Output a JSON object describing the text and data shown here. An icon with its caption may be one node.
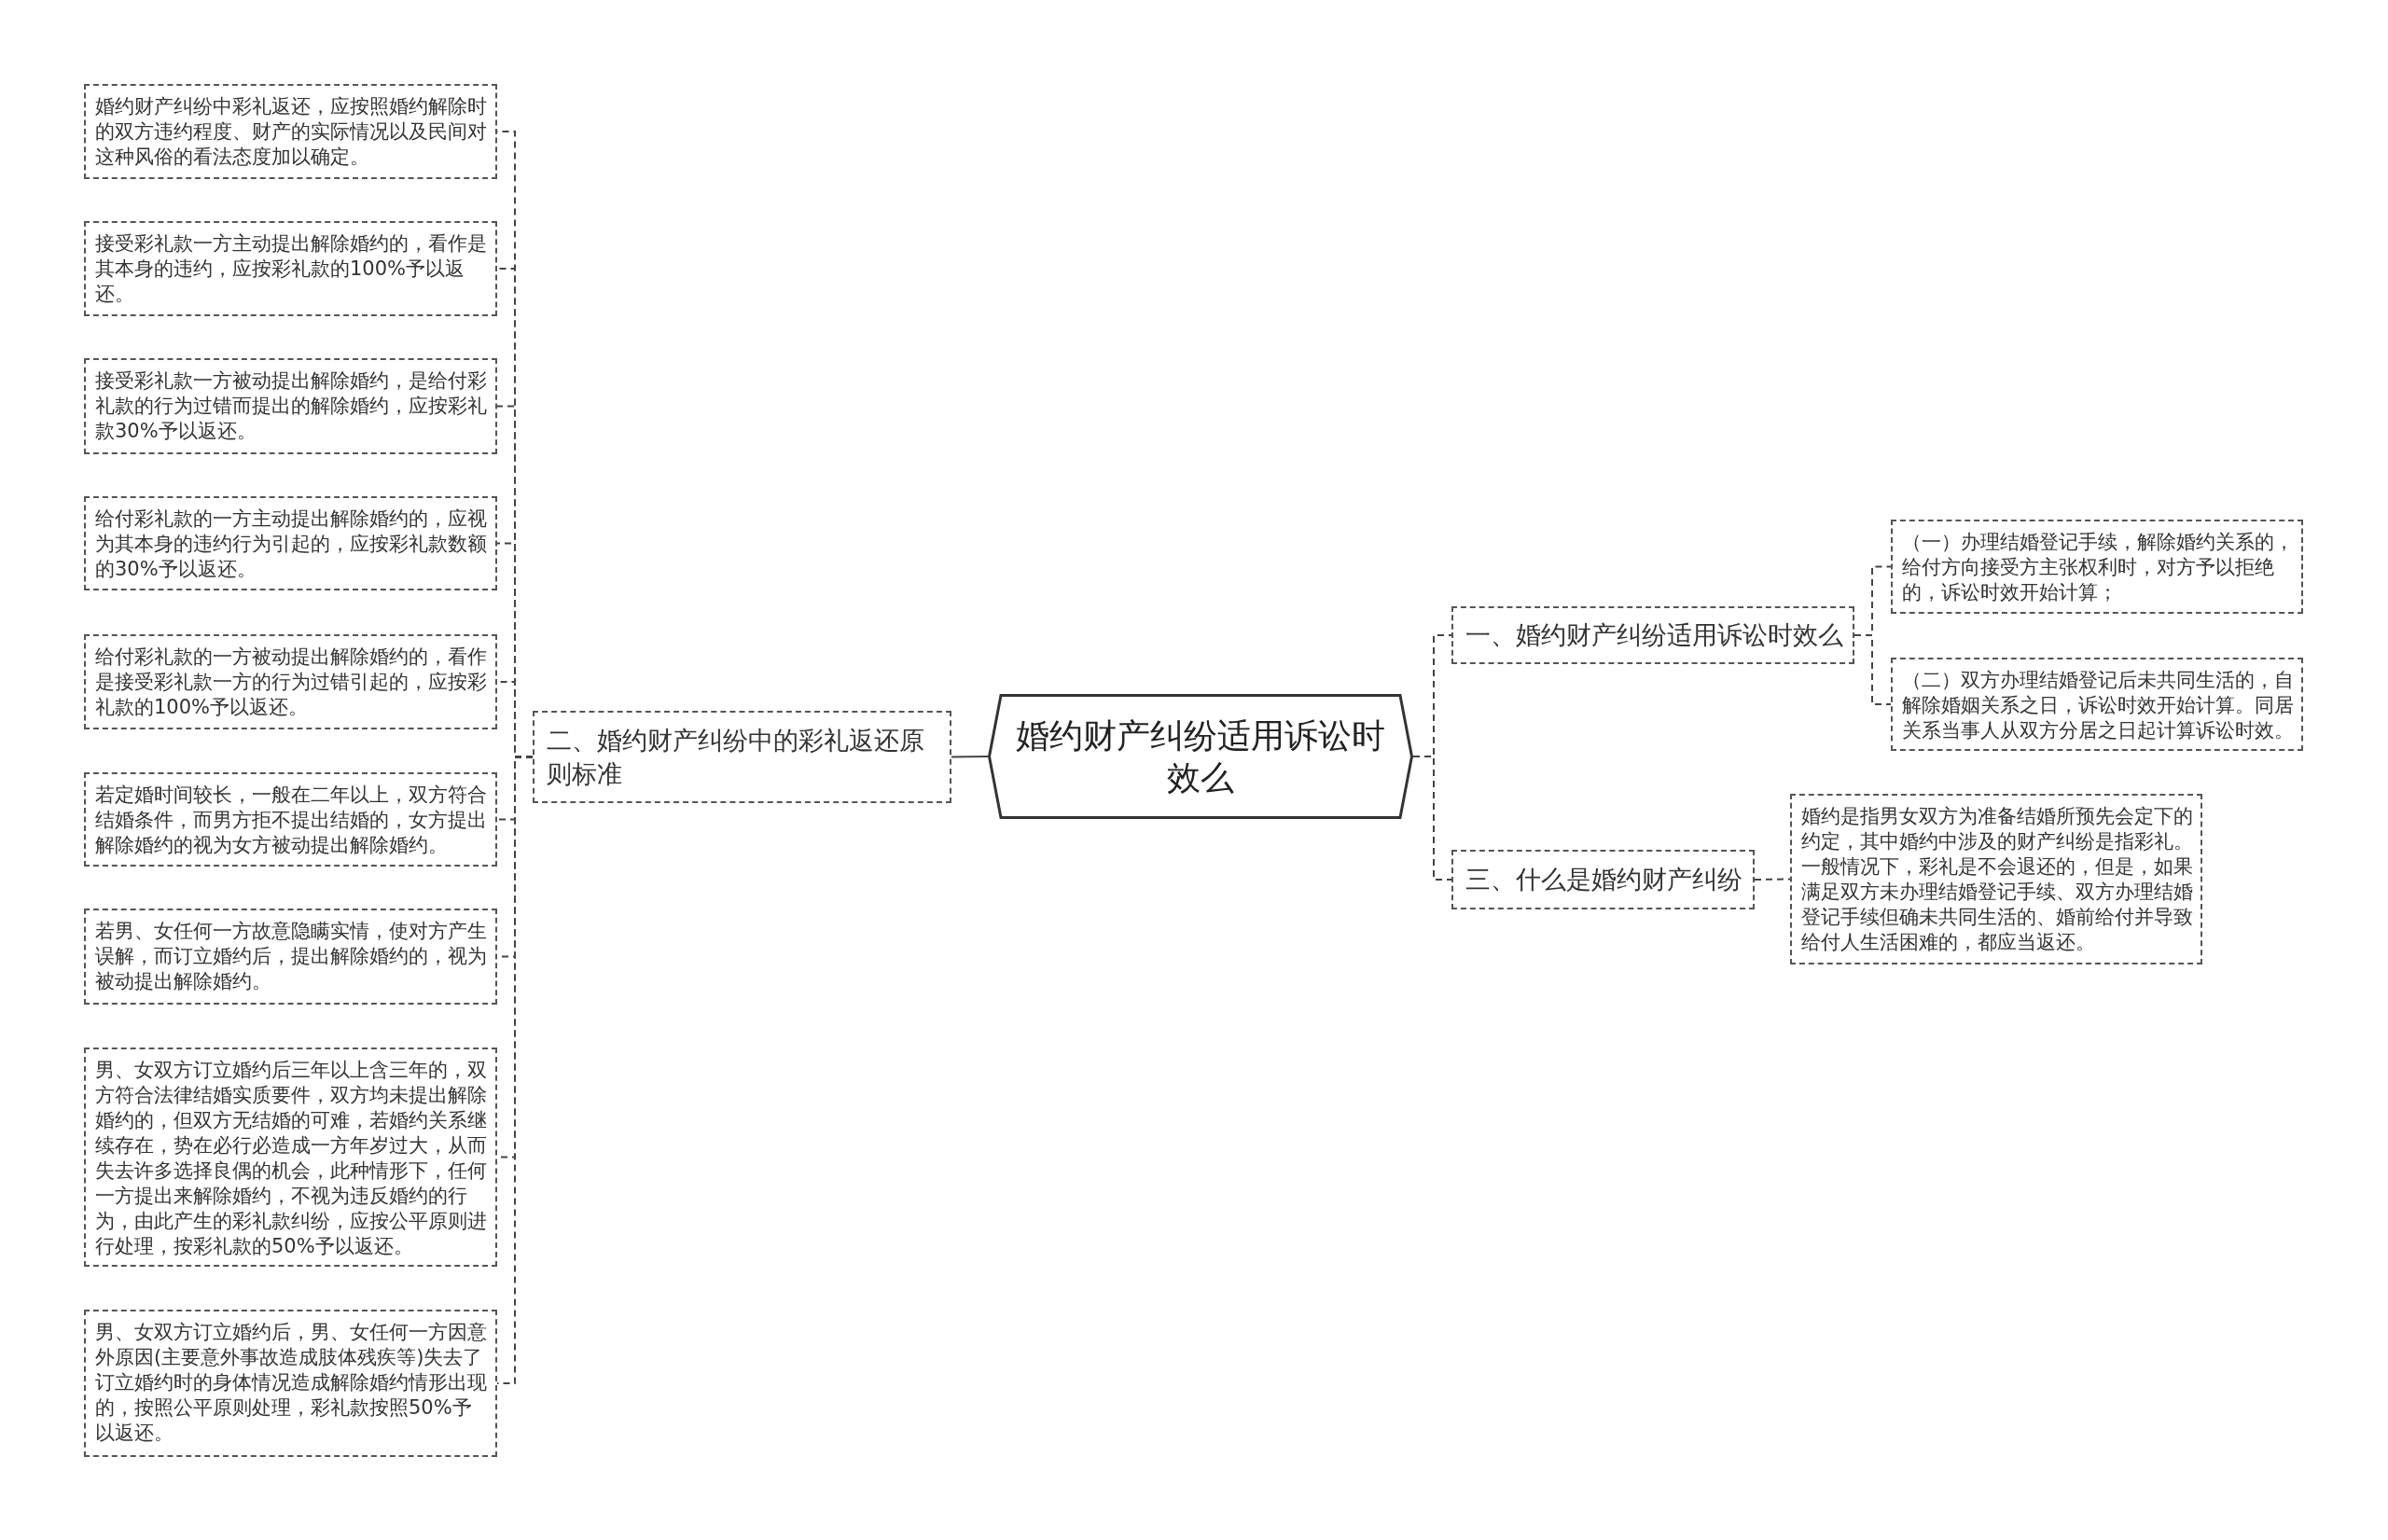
{
  "diagram": {
    "nodes": [
      {
        "text": [
          "婚约财产纠纷适用诉讼时效么"
        ]
      },
      {
        "text": [
          "一、婚约财产纠纷适用诉讼时效么"
        ]
      },
      {
        "text": [
          "（一）办理结婚登记手续，解除婚约关系的，给付方向接受方主张权利时，对方予以拒绝的，诉讼时效开始计算；"
        ]
      },
      {
        "text": [
          "（二）双方办理结婚登记后未共同生活的，自解除婚姻关系之日，诉讼时效开始计算。同居关系当事人从双方分居之日起计算诉讼时效。"
        ]
      },
      {
        "text": [
          "二、婚约财产纠纷中的彩礼返还原则标准"
        ]
      },
      {
        "text": [
          "婚约财产纠纷中彩礼返还，应按照婚约解除时的双方违约程度、财产的实际情况以及民间对这种风俗的看法态度加以确定。"
        ]
      },
      {
        "text": [
          "接受彩礼款一方主动提出解除婚约的，看作是其本身的违约，应按彩礼款的100%予以返还。"
        ]
      },
      {
        "text": [
          "接受彩礼款一方被动提出解除婚约，是给付彩礼款的行为过错而提出的解除婚约，应按彩礼款30%予以返还。"
        ]
      },
      {
        "text": [
          "给付彩礼款的一方主动提出解除婚约的，应视为其本身的违约行为引起的，应按彩礼款数额的30%予以返还。"
        ]
      },
      {
        "text": [
          "给付彩礼款的一方被动提出解除婚约的，看作是接受彩礼款一方的行为过错引起的，应按彩礼款的100%予以返还。"
        ]
      },
      {
        "text": [
          "若定婚时间较长，一般在二年以上，双方符合结婚条件，而男方拒不提出结婚的，女方提出解除婚约的视为女方被动提出解除婚约。"
        ]
      },
      {
        "text": [
          "若男、女任何一方故意隐瞒实情，使对方产生误解，而订立婚约后，提出解除婚约的，视为被动提出解除婚约。"
        ]
      },
      {
        "text": [
          "男、女双方订立婚约后三年以上含三年的，双方符合法律结婚实质要件，双方均未提出解除婚约的，但双方无结婚的可难，若婚约关系继续存在，势在必行必造成一方年岁过大，从而失去许多选择良偶的机会，此种情形下，任何一方提出来解除婚约，不视为违反婚约的行为，由此产生的彩礼款纠纷，应按公平原则进行处理，按彩礼款的50%予以返还。"
        ]
      },
      {
        "text": [
          "男、女双方订立婚约后，男、女任何一方因意外原因(主要意外事故造成肢体残疾等)失去了订立婚约时的身体情况造成解除婚约情形出现的，按照公平原则处理，彩礼款按照50%予以返还。"
        ]
      },
      {
        "text": [
          "三、什么是婚约财产纠纷"
        ]
      },
      {
        "text": [
          "婚约是指男女双方为准备结婚所预先会定下的约定，其中婚约中涉及的财产纠纷是指彩礼。一般情况下，彩礼是不会退还的，但是，如果满足双方未办理结婚登记手续、双方办理结婚登记手续但确未共同生活的、婚前给付并导致给付人生活困难的，都应当返还。"
        ]
      }
    ],
    "edges": [
      {
        "from": 0,
        "to": 1,
        "arrow": "none",
        "style": "dashed"
      },
      {
        "from": 1,
        "to": 2,
        "arrow": "none",
        "style": "dashed"
      },
      {
        "from": 1,
        "to": 3,
        "arrow": "none",
        "style": "dashed"
      },
      {
        "from": 0,
        "to": 4,
        "arrow": "none"
      },
      {
        "from": 4,
        "to": 5,
        "arrow": "none",
        "style": "dashed"
      },
      {
        "from": 4,
        "to": 6,
        "arrow": "none",
        "style": "dashed"
      },
      {
        "from": 4,
        "to": 7,
        "arrow": "none",
        "style": "dashed"
      },
      {
        "from": 4,
        "to": 8,
        "arrow": "none",
        "style": "dashed"
      },
      {
        "from": 4,
        "to": 9,
        "arrow": "none",
        "style": "dashed"
      },
      {
        "from": 4,
        "to": 10,
        "arrow": "none",
        "style": "dashed"
      },
      {
        "from": 4,
        "to": 11,
        "arrow": "none",
        "style": "dashed"
      },
      {
        "from": 4,
        "to": 12,
        "arrow": "none",
        "style": "dashed"
      },
      {
        "from": 4,
        "to": 13,
        "arrow": "none",
        "style": "dashed"
      },
      {
        "from": 0,
        "to": 14,
        "arrow": "none",
        "style": "dashed"
      },
      {
        "from": 14,
        "to": 15,
        "arrow": "none",
        "style": "dashed"
      }
    ]
  }
}
